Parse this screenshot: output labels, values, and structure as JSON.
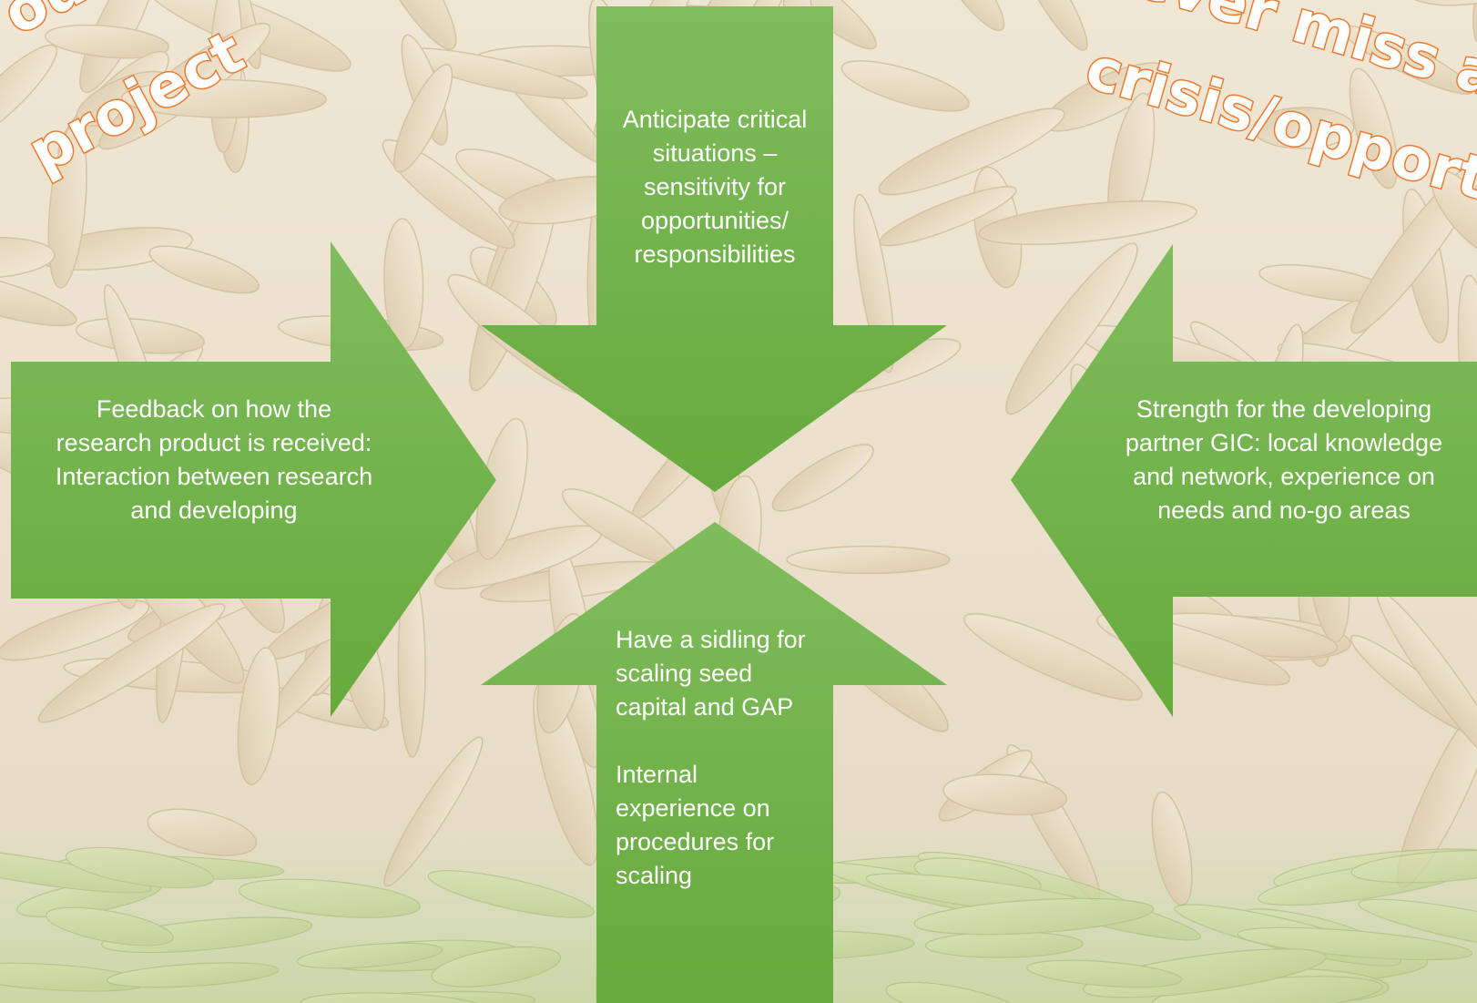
{
  "titles": {
    "left_line1": "out",
    "left_line2": "project",
    "right_line1": "Never miss a good",
    "right_line2": "crisis/opportunity”"
  },
  "arrows": {
    "top": "Anticipate critical situations – sensitivity for opportunities/ responsibilities",
    "left": "Feedback on how the research product is received: Interaction between research and developing",
    "right": "Strength for the developing partner GIC: local knowledge and network, experience on needs and no-go areas",
    "bottom_p1": "Have a sidling for scaling seed capital and GAP",
    "bottom_p2": "Internal experience on procedures for scaling"
  },
  "colors": {
    "arrow_light": "#7fbb5c",
    "arrow_dark": "#66aa3c",
    "title_outline": "#ee7a2e",
    "background": "#ece2cf"
  }
}
